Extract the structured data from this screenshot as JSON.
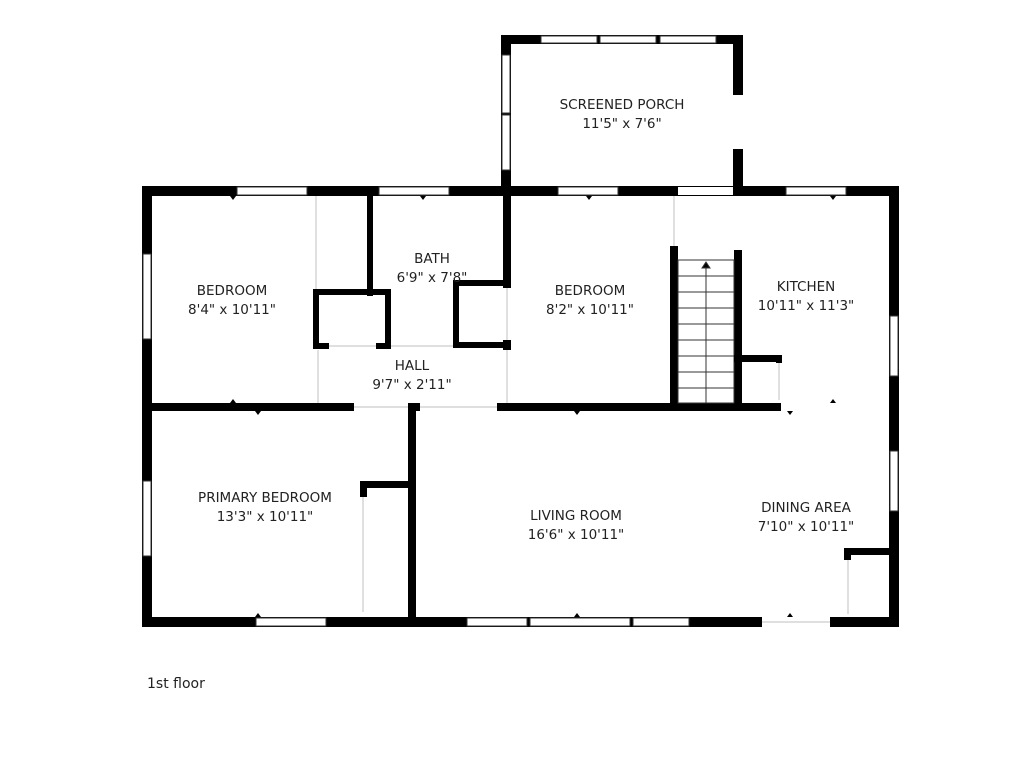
{
  "floor_label": "1st floor",
  "rooms": [
    {
      "name": "SCREENED PORCH",
      "size": "11'5\" x 7'6\""
    },
    {
      "name": "BEDROOM",
      "size": "8'4\" x 10'11\""
    },
    {
      "name": "BATH",
      "size": "6'9\" x 7'8\""
    },
    {
      "name": "BEDROOM",
      "size": "8'2\" x 10'11\""
    },
    {
      "name": "KITCHEN",
      "size": "10'11\" x 11'3\""
    },
    {
      "name": "HALL",
      "size": "9'7\" x 2'11\""
    },
    {
      "name": "PRIMARY BEDROOM",
      "size": "13'3\" x 10'11\""
    },
    {
      "name": "LIVING ROOM",
      "size": "16'6\" x 10'11\""
    },
    {
      "name": "DINING AREA",
      "size": "7'10\" x 10'11\""
    }
  ],
  "colors": {
    "wall": "#000000",
    "background": "#ffffff",
    "text": "#222222"
  }
}
